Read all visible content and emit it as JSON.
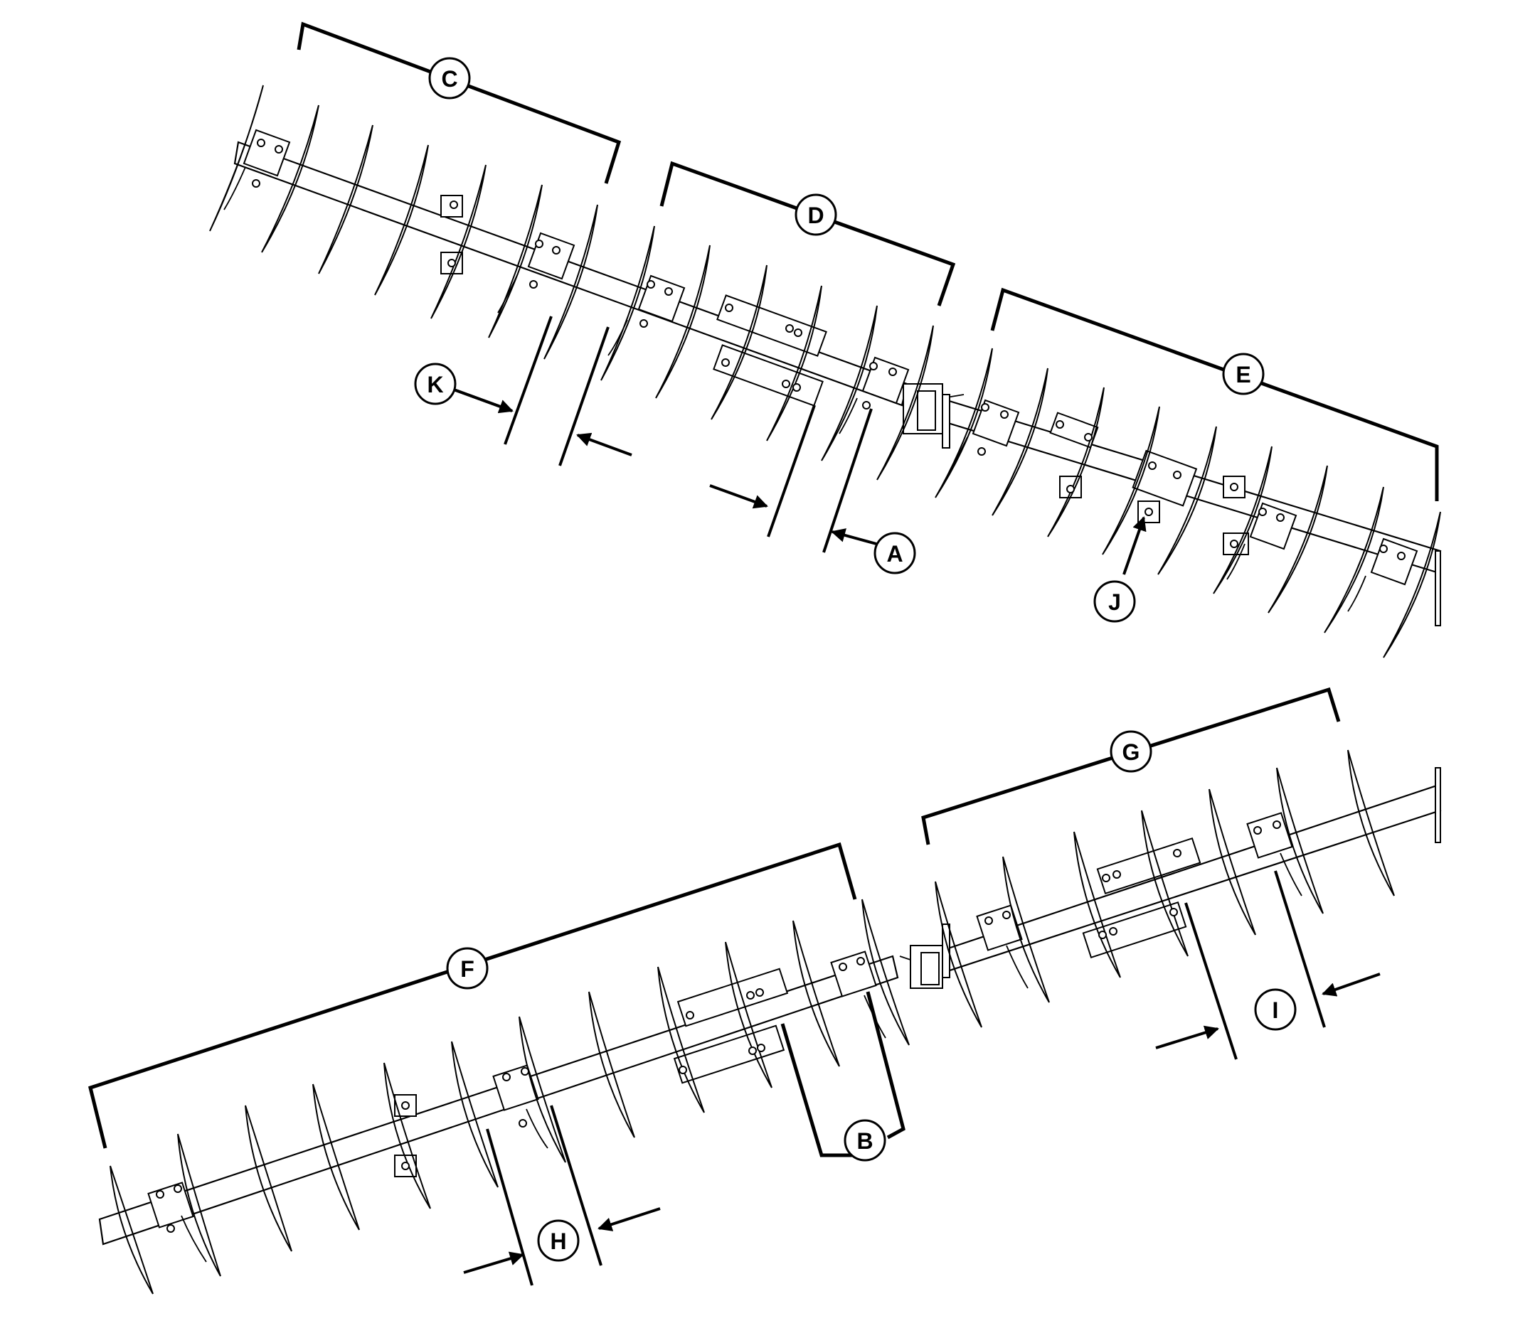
{
  "callouts": {
    "a": "A",
    "b": "B",
    "c": "C",
    "d": "D",
    "e": "E",
    "f": "F",
    "g": "G",
    "h": "H",
    "i": "I",
    "j": "J",
    "k": "K"
  },
  "colors": {
    "line": "#000000",
    "background": "#ffffff"
  },
  "icons": {
    "gang": "disc-gang-drawing",
    "leader": "arrow-leader",
    "label": "circled-letter"
  }
}
